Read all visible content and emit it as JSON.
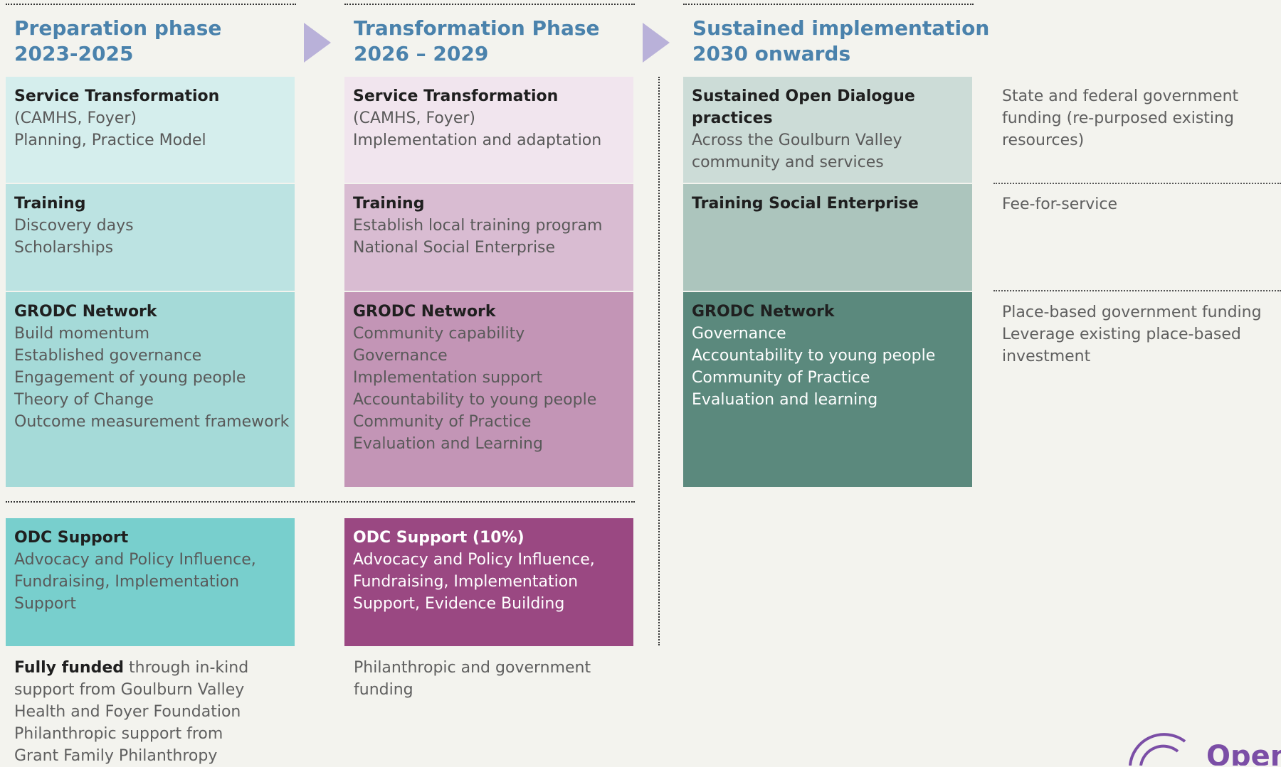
{
  "phases": [
    {
      "title_lines": [
        "Preparation phase",
        "2023-2025"
      ]
    },
    {
      "title_lines": [
        "Transformation Phase",
        "2026 – 2029"
      ]
    },
    {
      "title_lines": [
        "Sustained implementation",
        "2030 onwards"
      ]
    }
  ],
  "columns": {
    "preparation": {
      "service": {
        "title": "Service Transformation",
        "lines": [
          "(CAMHS, Foyer)",
          "Planning, Practice Model"
        ]
      },
      "training": {
        "title": "Training",
        "lines": [
          "Discovery days",
          "Scholarships"
        ]
      },
      "network": {
        "title": "GRODC Network",
        "lines": [
          "Build momentum",
          "Established governance",
          "Engagement of young people",
          "Theory of Change",
          "Outcome measurement framework"
        ]
      },
      "odc": {
        "title": "ODC Support",
        "lines": [
          "Advocacy and Policy Influence,",
          "Fundraising, Implementation",
          "Support"
        ]
      },
      "funding": {
        "bold": "Fully funded",
        "first_rest": " through in-kind",
        "lines": [
          "support from Goulburn Valley",
          "Health and Foyer Foundation",
          "Philanthropic support from",
          "Grant Family Philanthropy"
        ]
      }
    },
    "transformation": {
      "service": {
        "title": "Service Transformation",
        "lines": [
          "(CAMHS, Foyer)",
          "Implementation and adaptation"
        ]
      },
      "training": {
        "title": "Training",
        "lines": [
          "Establish local training program",
          "National Social Enterprise"
        ]
      },
      "network": {
        "title": "GRODC Network",
        "lines": [
          "Community capability",
          "Governance",
          "Implementation support",
          "Accountability to young people",
          "Community of Practice",
          "Evaluation and Learning"
        ]
      },
      "odc": {
        "title": "ODC Support (10%)",
        "lines": [
          "Advocacy and Policy Influence,",
          "Fundraising, Implementation",
          "Support, Evidence Building"
        ]
      },
      "funding": {
        "lines": [
          "Philanthropic and government",
          "funding"
        ]
      }
    },
    "sustained": {
      "service": {
        "title_lines": [
          "Sustained Open Dialogue",
          "practices"
        ],
        "lines": [
          "Across the Goulburn Valley",
          "community and services"
        ]
      },
      "training": {
        "title": "Training Social Enterprise",
        "lines": []
      },
      "network": {
        "title": "GRODC Network",
        "lines": [
          "Governance",
          "Accountability to young people",
          "Community of Practice",
          "Evaluation and learning"
        ]
      }
    }
  },
  "funding_notes": {
    "service": [
      "State and federal government",
      "funding (re-purposed existing",
      "resources)"
    ],
    "training": [
      "Fee-for-service"
    ],
    "network": [
      "Place-based government funding",
      "Leverage existing place-based",
      "investment"
    ]
  },
  "logo": {
    "text": "Open"
  },
  "colors": {
    "prep_service": "#d5eeed",
    "prep_training": "#bce3e2",
    "prep_network": "#a5dad8",
    "prep_odc": "#78cfcd",
    "trans_service": "#f1e5ee",
    "trans_training": "#d9bcd2",
    "trans_network": "#c395b6",
    "trans_odc": "#9a4882",
    "sust_service": "#ccdcd7",
    "sust_training": "#acc5bd",
    "sust_network": "#5b897d",
    "title": "#4a82ac",
    "arrow": "#b9b1d9",
    "logo": "#7b4ea6"
  }
}
